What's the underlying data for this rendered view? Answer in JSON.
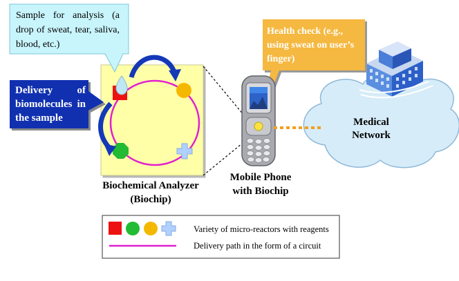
{
  "callouts": {
    "sample": "Sample for analysis (a drop of sweat, tear, saliva, blood, etc.)",
    "delivery": "Delivery of biomolecules in the sample",
    "health_check": "Health check (e.g., using sweat on user’s finger)"
  },
  "labels": {
    "analyzer_line1": "Biochemical Analyzer",
    "analyzer_line2": "(Biochip)",
    "phone_line1": "Mobile Phone",
    "phone_line2": "with Biochip",
    "network_line1": "Medical",
    "network_line2": "Network"
  },
  "legend": {
    "reactors": "Variety of micro-reactors with reagents",
    "path": "Delivery path in the form of a circuit"
  },
  "colors": {
    "chip_fill": "#ffffa8",
    "circuit": "#e020d0",
    "reactor_red": "#ee1111",
    "reactor_green": "#22bb33",
    "reactor_yellow": "#f5b800",
    "reactor_blue": "#b0d0ff",
    "arrow_blue": "#1438b8",
    "callout_cyan": "#c8f4fc",
    "callout_orange": "#f5b840",
    "cloud_fill": "#d6ecf8",
    "link_orange": "#f0a020"
  }
}
